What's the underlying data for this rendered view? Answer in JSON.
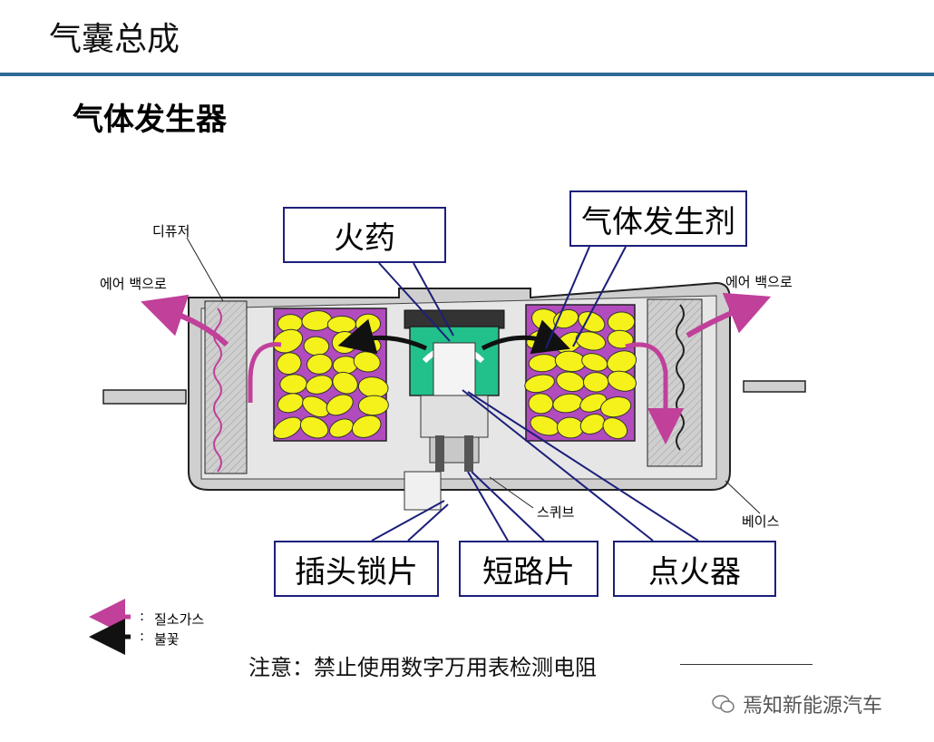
{
  "slide": {
    "title": "气囊总成",
    "subtitle": "气体发生器"
  },
  "callouts": {
    "gunpowder": "火药",
    "gas_generant": "气体发生剂",
    "connector_lock": "插头锁片",
    "shorting_clip": "短路片",
    "igniter": "点火器"
  },
  "korean_labels": {
    "diffuser": "디퓨저",
    "to_airbag_left": "에어 백으로",
    "to_airbag_right": "에어 백으로",
    "squib": "스퀴브",
    "base": "베이스"
  },
  "legend": {
    "nitrogen_gas": "질소가스",
    "flame": "불꽃",
    "separator": ":"
  },
  "note": "注意：禁止使用数字万用表检测电阻",
  "watermark": "焉知新能源汽车",
  "colors": {
    "accent_rule": "#2d6a95",
    "callout_border": "#1c1f7a",
    "gas_arrow": "#c0409a",
    "pellet": "#f4f21a",
    "chamber_bg": "#b24bbd",
    "igniter_green": "#22c08a",
    "housing_gray": "#c8c8c8"
  }
}
